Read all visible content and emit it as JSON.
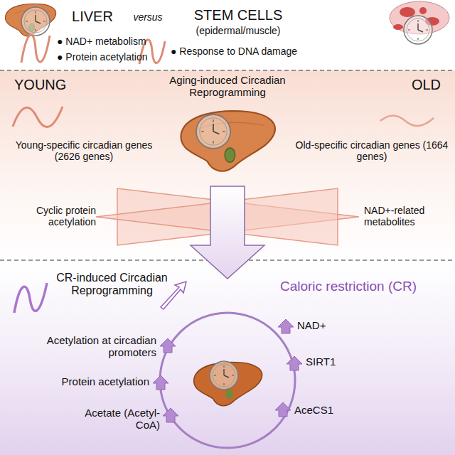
{
  "diagram": {
    "labels": [
      "LIVER",
      "versus",
      "STEM CELLS",
      "(epidermal/muscle)",
      "● NAD+ metabolism",
      "● Protein acetylation",
      "● Response to DNA damage",
      "YOUNG",
      "Aging-induced Circadian Reprogramming",
      "OLD",
      "Young-specific circadian genes (2626 genes)",
      "Old-specific circadian genes (1664 genes)",
      "Cyclic protein acetylation",
      "NAD+-related metabolites",
      "CR-induced Circadian Reprogramming",
      "Caloric restriction (CR)",
      "NAD+",
      "SIRT1",
      "AceCS1",
      "Acetate (Acetyl-CoA)",
      "Protein acetylation",
      "Acetylation at circadian promoters"
    ]
  }
}
